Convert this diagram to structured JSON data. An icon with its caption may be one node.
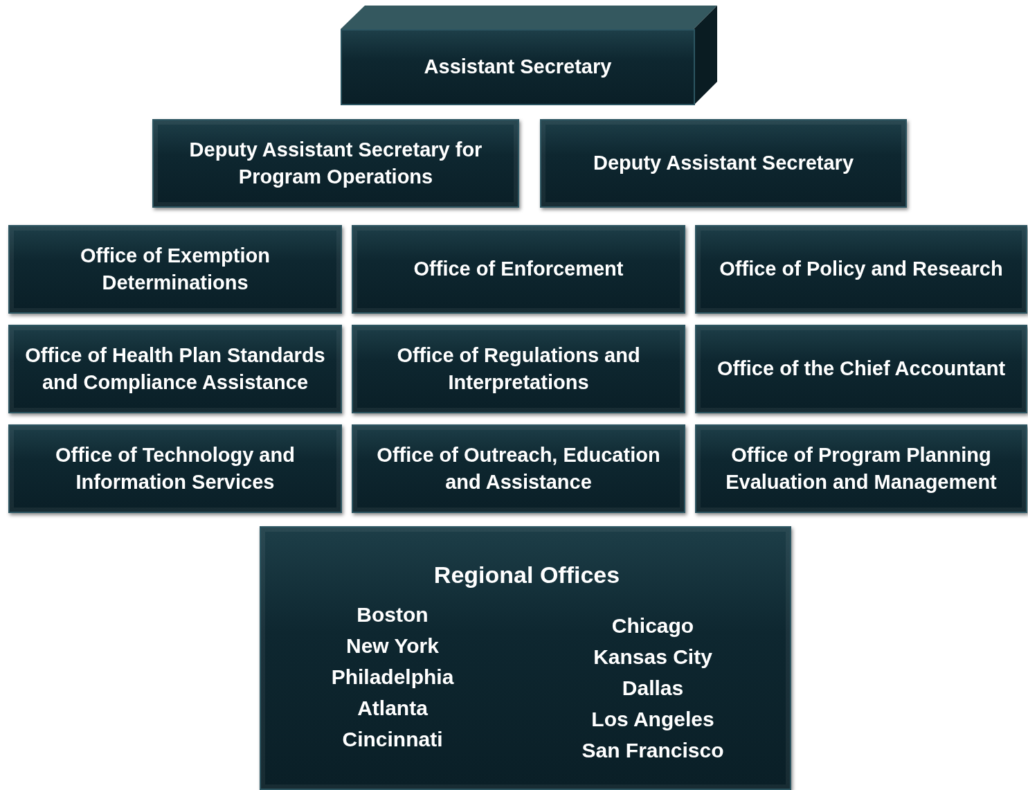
{
  "diagram": {
    "nodes": [
      {
        "text": [
          "Assistant Secretary"
        ]
      },
      {
        "text": [
          "Deputy Assistant Secretary for Program Operations"
        ]
      },
      {
        "text": [
          "Deputy Assistant Secretary"
        ]
      },
      {
        "text": [
          "Office of Exemption Determinations"
        ]
      },
      {
        "text": [
          "Office of Enforcement"
        ]
      },
      {
        "text": [
          "Office of Policy and Research"
        ]
      },
      {
        "text": [
          "Office of Health Plan Standards and Compliance Assistance"
        ]
      },
      {
        "text": [
          "Office of Regulations and Interpretations"
        ]
      },
      {
        "text": [
          "Office of the Chief Accountant"
        ]
      },
      {
        "text": [
          "Office of Technology and Information Services"
        ]
      },
      {
        "text": [
          "Office of Outreach, Education and Assistance"
        ]
      },
      {
        "text": [
          "Office of Program Planning Evaluation and Management"
        ]
      },
      {
        "text": [
          "Regional Offices",
          "Boston",
          "New York",
          "Philadelphia",
          "Atlanta",
          "Cincinnati",
          "Chicago",
          "Kansas City",
          "Dallas",
          "Los Angeles",
          "San Francisco"
        ]
      }
    ]
  }
}
